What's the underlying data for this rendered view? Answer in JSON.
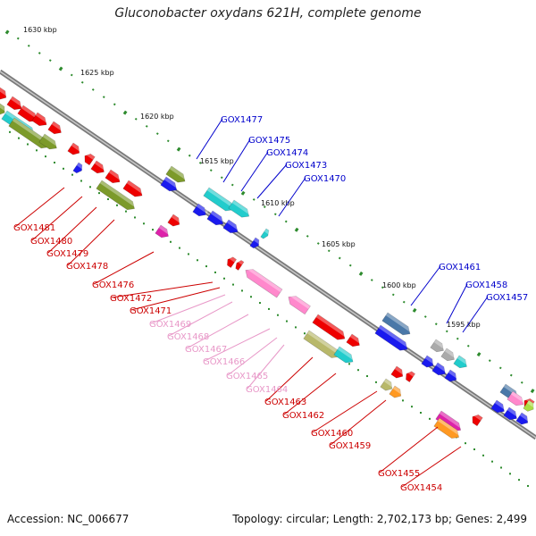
{
  "title": "Gluconobacter oxydans 621H, complete genome",
  "accession": "Accession: NC_006677",
  "summary": "Topology: circular; Length: 2,702,173 bp; Genes: 2,499",
  "ticks": [
    "1630 kbp",
    "1625 kbp",
    "1620 kbp",
    "1615 kbp",
    "1610 kbp",
    "1605 kbp",
    "1600 kbp",
    "1595 kbp"
  ],
  "gene_labels_blue": [
    "GOX1477",
    "GOX1475",
    "GOX1474",
    "GOX1473",
    "GOX1470",
    "GOX1461",
    "GOX1458",
    "GOX1457"
  ],
  "gene_labels_red": [
    "GOX1481",
    "GOX1480",
    "GOX1479",
    "GOX1478",
    "GOX1476",
    "GOX1472",
    "GOX1471",
    "GOX1463",
    "GOX1462",
    "GOX1460",
    "GOX1459",
    "GOX1455",
    "GOX1454"
  ],
  "gene_labels_pink": [
    "GOX1469",
    "GOX1468",
    "GOX1467",
    "GOX1466",
    "GOX1465",
    "GOX1464"
  ],
  "colors": {
    "backbone": "#7a7a7a",
    "tick_dot": "#2e8b2e",
    "blue_label": "#0000cc",
    "red_label": "#cc0000",
    "pink_label": "#e898c8",
    "gene_red": "#ee0000",
    "gene_blue": "#1a1aee",
    "gene_olive": "#7c9a2a",
    "gene_cyan": "#22cccc",
    "gene_pink": "#ff88cc",
    "gene_khaki": "#b8b86a",
    "gene_steel": "#4a78a8",
    "gene_magenta": "#dd22aa",
    "gene_orange": "#ff9922",
    "gene_gray": "#aaaaaa"
  }
}
